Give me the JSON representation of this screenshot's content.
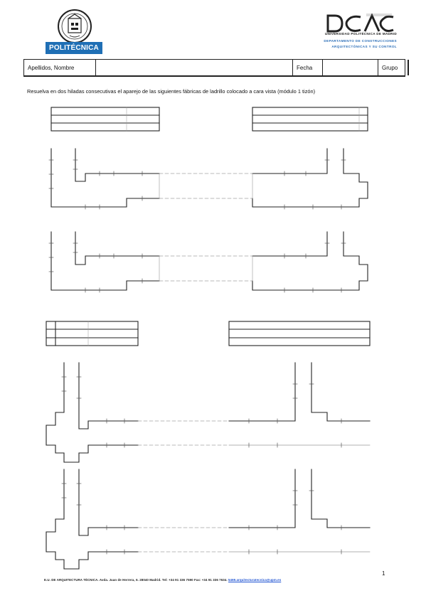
{
  "header": {
    "left_logo_text": "POLITÉCNICA",
    "right_logo_text": "DCAC",
    "university": "UNIVERSIDAD POLITÉCNICA DE MADRID",
    "department_line1": "DEPARTAMENTO DE CONSTRUCCIONES",
    "department_line2": "ARQUITECTÓNICAS Y SU CONTROL"
  },
  "form": {
    "name_label": "Apellidos, Nombre",
    "date_label": "Fecha",
    "group_label": "Grupo"
  },
  "instruction": "Resuelva en dos hiladas consecutivas el aparejo de las siguientes fábricas de ladrillo colocado a cara vista (módulo 1 tizón)",
  "footer": {
    "address": "E.U. DE ARQUITECTURA TÉCNICA. Avda. Juan de Herrera, 6. 28040 Madrid. Tel: +34 91 336 7590  Fax: +34 91 336 7634.",
    "link": "5469.arquitecturatecnica@upm.es"
  },
  "page_number": "1",
  "colors": {
    "politecnica_blue": "#1f6fb5",
    "department_blue": "#2c6fb8",
    "link_blue": "#1a4fd1"
  }
}
